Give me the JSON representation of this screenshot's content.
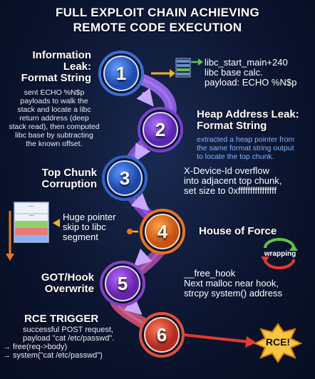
{
  "title": [
    "FULL EXPLOIT CHAIN ACHIEVING",
    "REMOTE CODE EXECUTION"
  ],
  "steps": [
    {
      "num": "1",
      "color": "#3a6fd8",
      "heading": [
        "Information",
        "Leak:",
        "Format String"
      ],
      "desc": [
        "sent ECHO %N$p",
        "payloads to walk the",
        "stack and locate a libc",
        "return address (deep",
        "stack read), then computed",
        "libc base by subtracting",
        "the known offset."
      ],
      "side": [
        "libc_start_main+240",
        "libc base calc.",
        "payload: ECHO %N$p"
      ]
    },
    {
      "num": "2",
      "color": "#7a3fd0",
      "heading": [
        "Heap Address Leak:",
        "Format String"
      ],
      "desc": [
        "extracted a heap pointer from",
        "the same format string output",
        "to locate the top chunk."
      ]
    },
    {
      "num": "3",
      "color": "#2f63c8",
      "heading": [
        "Top Chunk",
        "Corruption"
      ],
      "desc": [
        "X-Device-Id overflow",
        "into adjacent top chunk,",
        "set size to 0xffffffffffffffff"
      ],
      "stack_dots": [
        "...",
        "..."
      ]
    },
    {
      "num": "4",
      "color": "#e8751f",
      "heading": [
        "House of Force"
      ],
      "left": [
        "Huge pointer",
        "skip to libc",
        "segment"
      ],
      "badge": "wrapping"
    },
    {
      "num": "5",
      "color": "#8a3fc8",
      "heading": [
        "GOT/Hook",
        "Overwrite"
      ],
      "desc": [
        "__free_hook",
        "Next malloc near hook,",
        "strcpy system() address"
      ]
    },
    {
      "num": "6",
      "color": "#e0503a",
      "heading": [
        "RCE TRIGGER"
      ],
      "desc": [
        "successful POST request,",
        "payload \"cat /etc/passwd\".",
        "→ free(req->body)",
        "→ system(\"cat /etc/passwd\")"
      ],
      "burst": "RCE!"
    }
  ],
  "colors": {
    "path": "#8a55e0",
    "arrow": "#f0b12a",
    "green": "#62c24a",
    "red": "#e03c30",
    "orange": "#e8751f"
  }
}
